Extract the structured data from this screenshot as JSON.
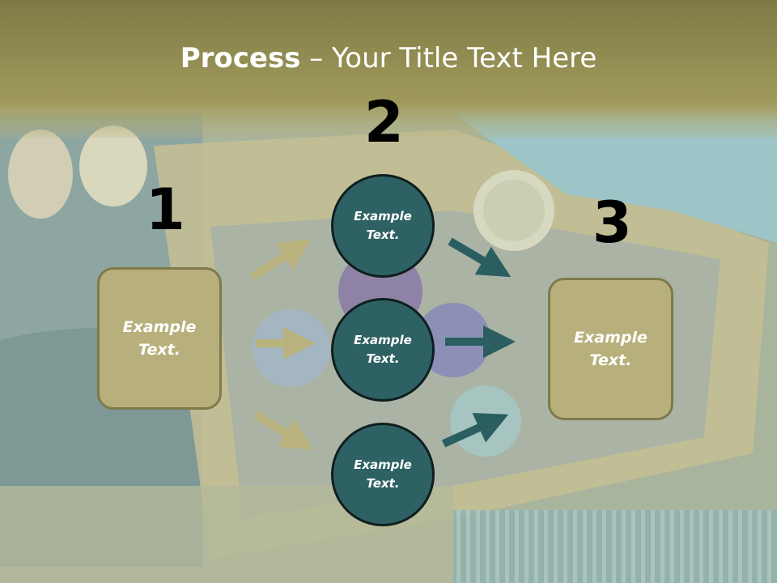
{
  "title": {
    "bold": "Process",
    "rest": " – Your Title Text Here"
  },
  "numbers": [
    "1",
    "2",
    "3"
  ],
  "left_box": "Example Text.",
  "right_box": "Example Text.",
  "circles": [
    "Example Text.",
    "Example Text.",
    "Example Text."
  ],
  "colors": {
    "band": "#8e8a4e",
    "box": "#b8b07c",
    "circle": "#2e6163",
    "arrow_light": "#b9b27d",
    "arrow_dark": "#2a5e60"
  }
}
